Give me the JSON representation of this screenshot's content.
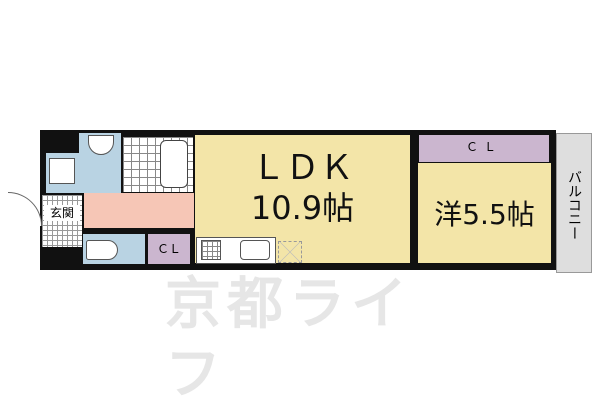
{
  "floorplan": {
    "rooms": {
      "ldk": {
        "title": "ＬＤＫ",
        "size": "10.9帖"
      },
      "western": {
        "title": "洋",
        "size": "洋5.5帖"
      },
      "closet_top": {
        "label": "ＣＬ"
      },
      "closet_hall": {
        "label": "ＣＬ"
      },
      "entrance": {
        "label": "玄関"
      },
      "balcony": {
        "label": "バルコニー"
      }
    },
    "watermark": "京都ライフ",
    "colors": {
      "ldk": "#f3e5a8",
      "western": "#f3e5a8",
      "closet": "#cbb6cf",
      "hall": "#f6c6b6",
      "wet": "#b9d3e3",
      "balcony": "#dedede",
      "wall": "#111111"
    }
  }
}
